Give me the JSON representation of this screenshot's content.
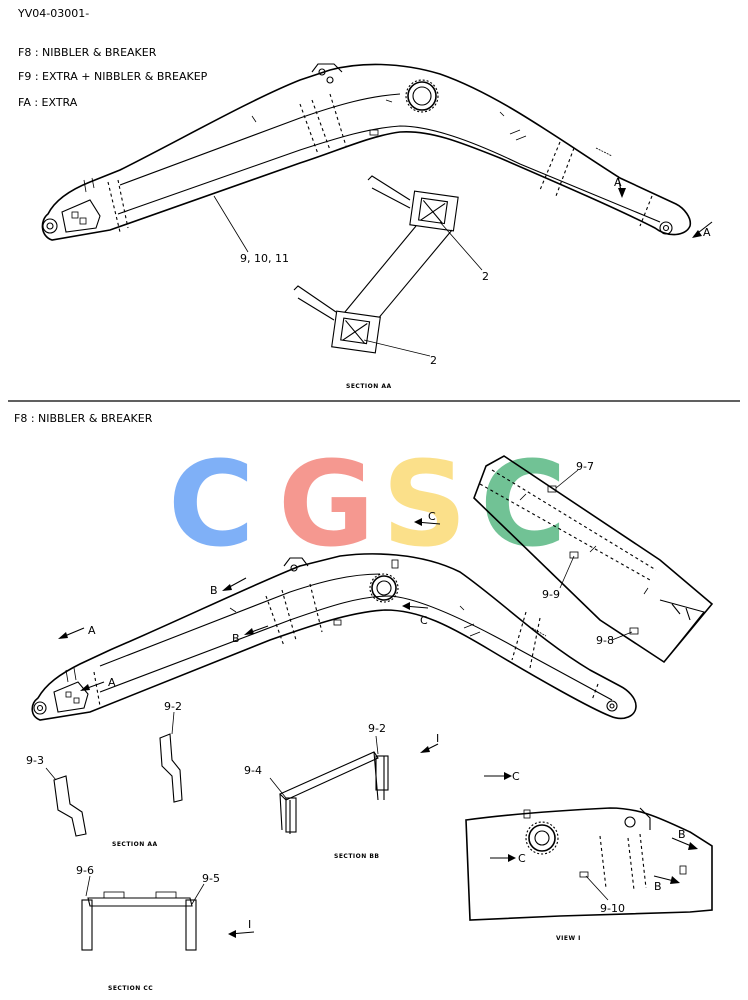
{
  "doc_code": "YV04-03001-",
  "legend": [
    {
      "code": "F8",
      "text": "NIBBLER & BREAKER"
    },
    {
      "code": "F9",
      "text": "EXTRA +  NIBBLER & BREAKEP"
    },
    {
      "code": "FA",
      "text": "EXTRA"
    }
  ],
  "sep": " : ",
  "top": {
    "callout_main": "9, 10, 11",
    "callout_2a": "2",
    "callout_2b": "2",
    "arrow_A1": "A",
    "arrow_A2": "A",
    "section_label": "SECTION AA"
  },
  "bottom": {
    "heading_code": "F8",
    "heading_text": "NIBBLER & BREAKER",
    "labels": {
      "A1": "A",
      "A2": "A",
      "B1": "B",
      "B2": "B",
      "C1": "C",
      "C2": "C",
      "p97": "9-7",
      "p99": "9-9",
      "p98": "9-8",
      "p92a": "9-2",
      "p93": "9-3",
      "p92b": "9-2",
      "p94": "9-4",
      "I1": "I",
      "C3": "C",
      "p96": "9-6",
      "p95": "9-5",
      "I2": "I",
      "B3": "B",
      "C4": "C",
      "B4": "B",
      "p910": "9-10"
    },
    "section_aa": "SECTION AA",
    "section_bb": "SECTION BB",
    "section_cc": "SECTION CC",
    "view_i": "VIEW I"
  },
  "watermark": {
    "letters": [
      "C",
      "G",
      "S",
      "C"
    ],
    "colors": [
      "#7fb0f7",
      "#f59890",
      "#fbe08a",
      "#71c295"
    ]
  }
}
